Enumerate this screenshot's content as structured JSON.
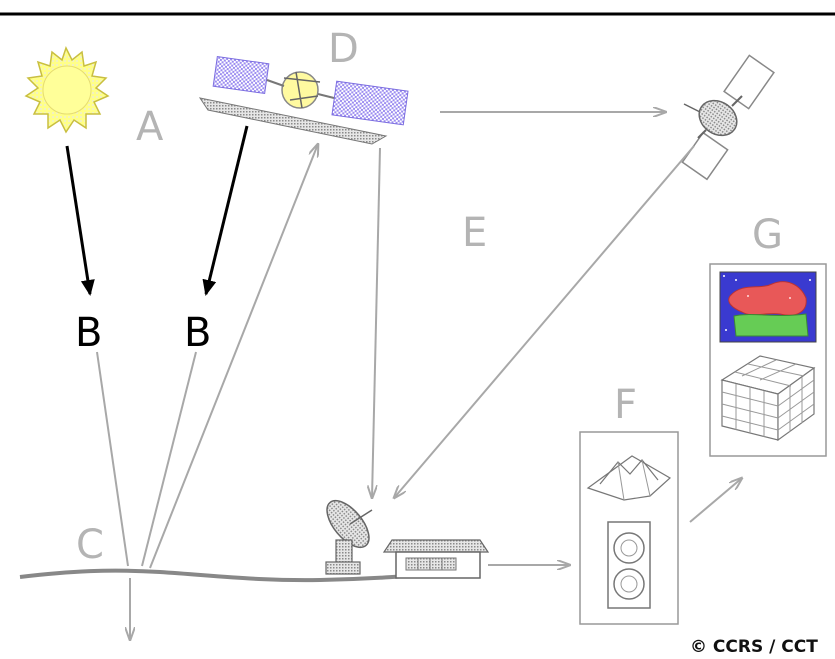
{
  "labels": {
    "a": "A",
    "b_left": "B",
    "b_right": "B",
    "c": "C",
    "d": "D",
    "e": "E",
    "f": "F",
    "g": "G"
  },
  "copyright": "© CCRS / CCT",
  "colors": {
    "label_gray": "#b4b4b4",
    "label_dark": "#000000",
    "line_gray": "#a8a8a8",
    "sun_fill": "#ffff99",
    "sun_stroke": "#d4c84a",
    "panel_purple": "#9b8cf0",
    "map_blue": "#3a3ad0",
    "map_red": "#e85858",
    "map_green": "#66cc55"
  },
  "icons": [
    "sun-icon",
    "imaging-satellite-icon",
    "relay-satellite-icon",
    "dish-antenna-icon",
    "ground-station-icon",
    "terrain-model-icon",
    "film-reels-icon",
    "thematic-map-icon",
    "3d-grid-icon"
  ]
}
